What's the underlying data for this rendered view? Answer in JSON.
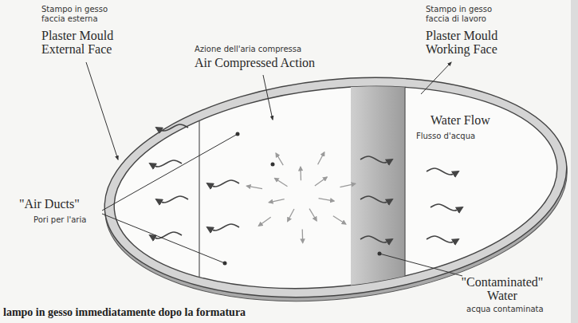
{
  "diagram": {
    "caption": "lampo in gesso immediatamente dopo la formatura",
    "labels": [
      "Stampo in gesso faccia esterna",
      "Plaster Mould External Face",
      "Azione dell'aria compressa",
      "Air Compressed Action",
      "Stampo in gesso faccia di lavoro",
      "Plaster Mould Working Face",
      "Water Flow",
      "Flusso d'acqua",
      "\"Air Ducts\"",
      "Pori per l'aria",
      "\"Contaminated\" Water",
      "acqua contaminata"
    ]
  }
}
